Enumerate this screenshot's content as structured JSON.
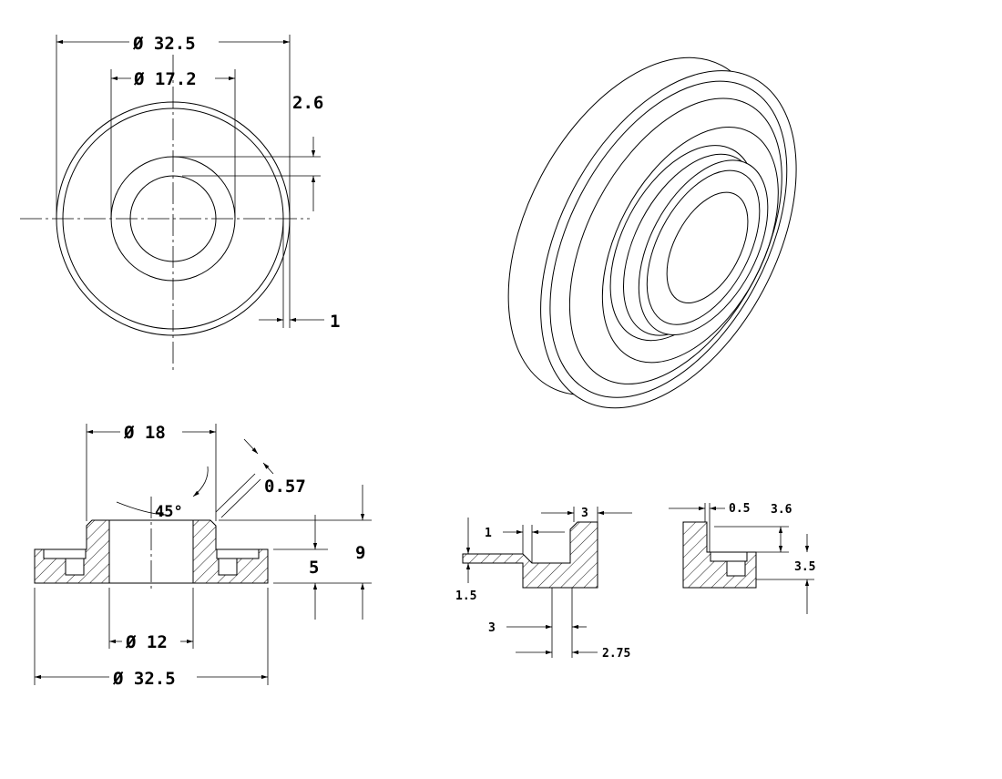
{
  "drawing": {
    "front_view": {
      "dim_outer_dia": "Ø 32.5",
      "dim_inner_dia": "Ø 17.2",
      "dim_step": "2.6",
      "dim_rim": "1"
    },
    "section_view": {
      "dim_top_dia": "Ø 18",
      "dim_angle": "45°",
      "dim_chamfer": "0.57",
      "dim_total_height": "9",
      "dim_base_height": "5",
      "dim_bore_dia": "Ø 12",
      "dim_base_dia": "Ø 32.5"
    },
    "detail_a": {
      "dim_wall": "3",
      "dim_step_width": "1",
      "dim_step_height": "1.5",
      "dim_groove_left": "3",
      "dim_groove_right": "2.75"
    },
    "detail_b": {
      "dim_gap": "0.5",
      "dim_depth": "3.6",
      "dim_height": "3.5"
    }
  },
  "colors": {
    "line": "#000000",
    "background": "#ffffff"
  }
}
